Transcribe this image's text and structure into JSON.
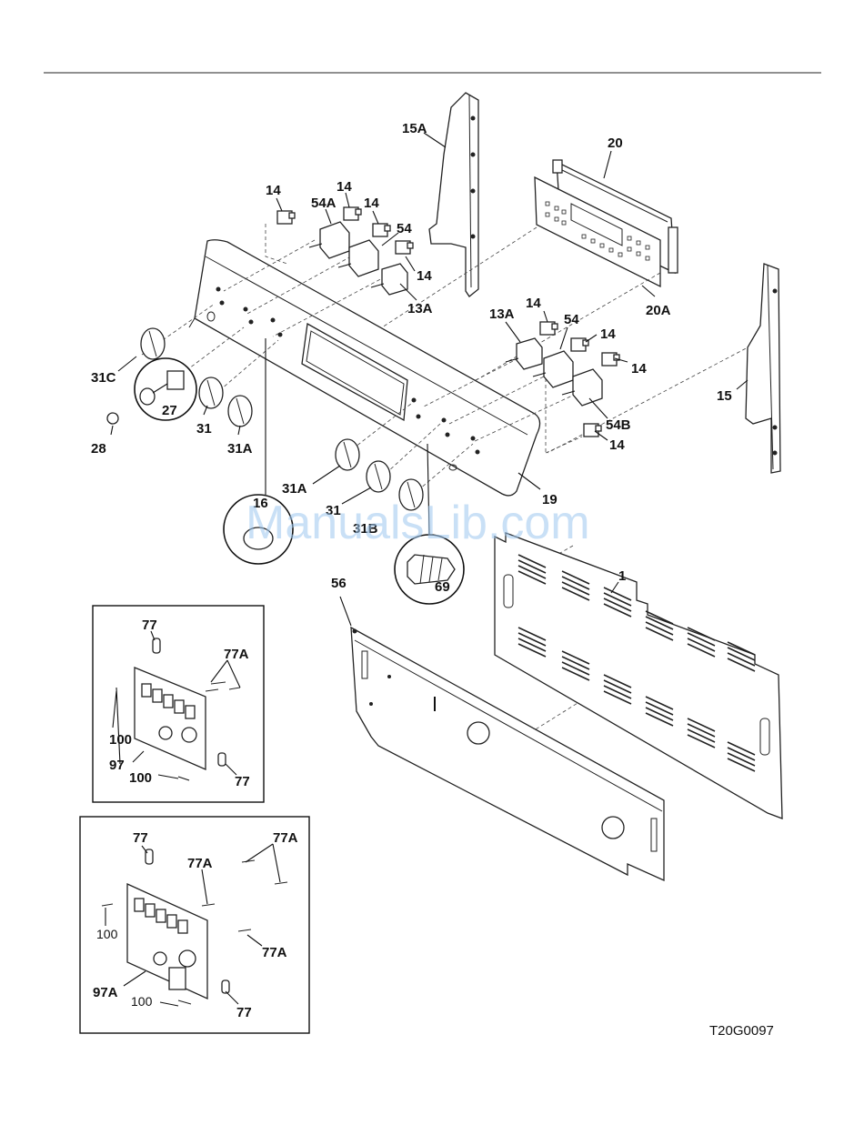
{
  "diagram_code": "T20G0097",
  "watermark": "ManualsLib.com",
  "labels": {
    "p15A": "15A",
    "p20": "20",
    "p20A": "20A",
    "p14": "14",
    "p54A": "54A",
    "p54": "54",
    "p13A": "13A",
    "p31C": "31C",
    "p27": "27",
    "p28": "28",
    "p31": "31",
    "p31A": "31A",
    "p15": "15",
    "p54B": "54B",
    "p19": "19",
    "p16": "16",
    "p31B": "31B",
    "p69": "69",
    "p1": "1",
    "p56": "56",
    "p77": "77",
    "p77A": "77A",
    "p100": "100",
    "p97": "97",
    "p97A": "97A"
  }
}
